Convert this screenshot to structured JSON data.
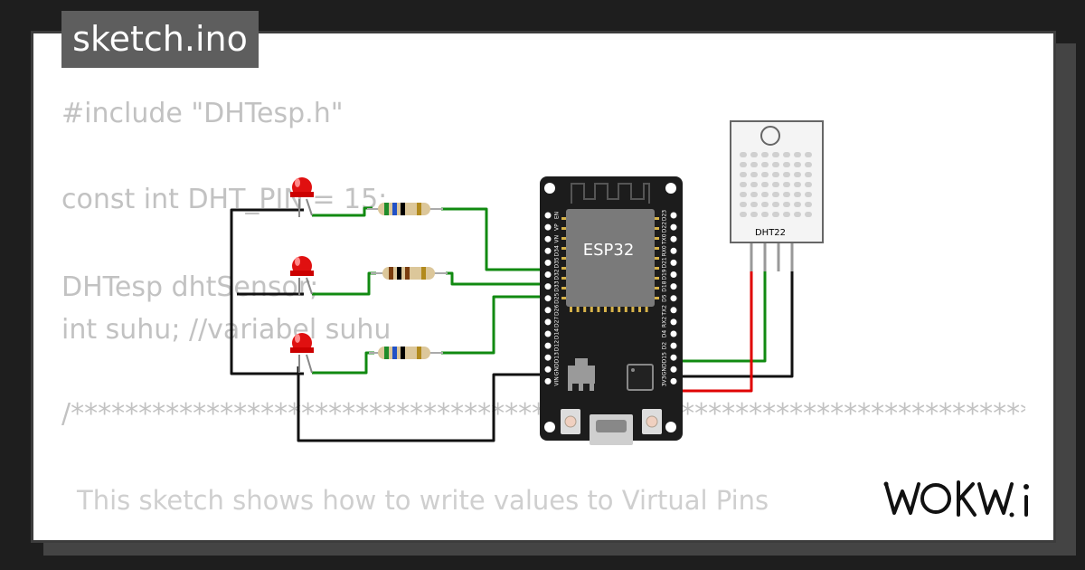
{
  "file_tab": {
    "label": "sketch.ino"
  },
  "code": {
    "lines": [
      "#include \"DHTesp.h\"",
      "const int DHT_PIN = 15;",
      "DHTesp dhtSensor;",
      "int suhu; //variabel suhu"
    ],
    "comment_line": "/***************************************************************************************************"
  },
  "description": "This sketch shows how to write values to Virtual Pins",
  "brand": {
    "name": "WOKWi"
  },
  "board": {
    "label": "ESP32",
    "left_pins": [
      "EN",
      "VP",
      "VN",
      "D34",
      "D35",
      "D32",
      "D33",
      "D25",
      "D26",
      "D27",
      "D14",
      "D12",
      "D13",
      "GND",
      "VIN"
    ],
    "right_pins": [
      "D23",
      "D22",
      "TX0",
      "RX0",
      "D21",
      "D19",
      "D18",
      "D5",
      "TX2",
      "RX2",
      "D4",
      "D2",
      "D15",
      "GND",
      "3V3"
    ]
  },
  "sensor": {
    "label": "DHT22"
  },
  "colors": {
    "wire_green": "#118a11",
    "wire_red": "#e00000",
    "wire_black": "#111111",
    "led_red": "#e01010",
    "board": "#1c1c1c"
  }
}
